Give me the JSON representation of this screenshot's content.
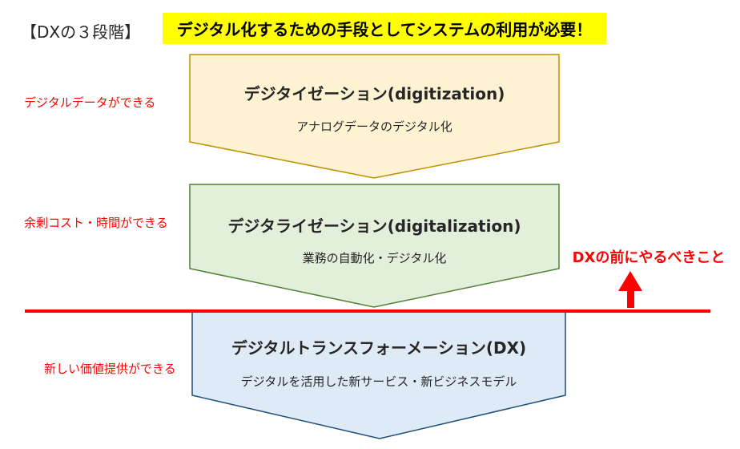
{
  "header": {
    "title": "【DXの３段階】",
    "banner": "デジタル化するための手段としてシステムの利用が必要！"
  },
  "stages": [
    {
      "title": "デジタイゼーション(digitization)",
      "subtitle": "アナログデータのデジタル化",
      "side_label": "デジタルデータができる",
      "fill": "#FDF2D2",
      "border": "#BF8F00"
    },
    {
      "title": "デジタライゼーション(digitalization)",
      "subtitle": "業務の自動化・デジタル化",
      "side_label": "余剰コスト・時間ができる",
      "fill": "#E2EFDA",
      "border": "#538135"
    },
    {
      "title": "デジタルトランスフォーメーション(DX)",
      "subtitle": "デジタルを活用した新サービス・新ビジネスモデル",
      "side_label": "新しい価値提供ができる",
      "fill": "#DEEBF7",
      "border": "#1F4E79"
    }
  ],
  "annotation": {
    "label": "DXの前にやるべきこと"
  },
  "colors": {
    "red_line": "#FF0000",
    "arrow_red": "#FF0000",
    "label_red": "#FF0000",
    "banner_background": "#FFFF00",
    "banner_text": "#000000",
    "body_text": "#262626"
  }
}
